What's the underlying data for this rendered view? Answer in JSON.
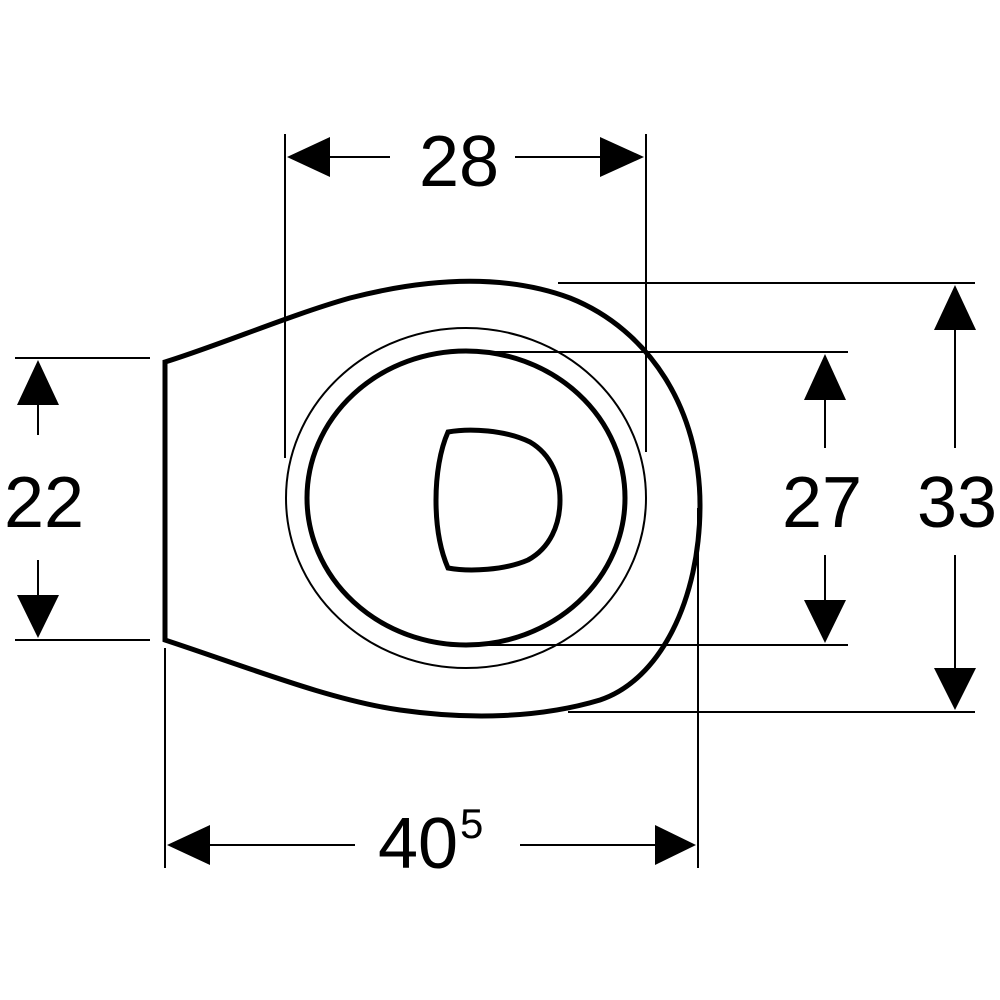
{
  "dimensions": {
    "top_width": {
      "value": "28"
    },
    "bottom_width": {
      "value": "40",
      "superscript": "5"
    },
    "left_height": {
      "value": "22"
    },
    "inner_height": {
      "value": "27"
    },
    "outer_height": {
      "value": "33"
    }
  },
  "colors": {
    "line": "#000000",
    "background": "#ffffff"
  }
}
